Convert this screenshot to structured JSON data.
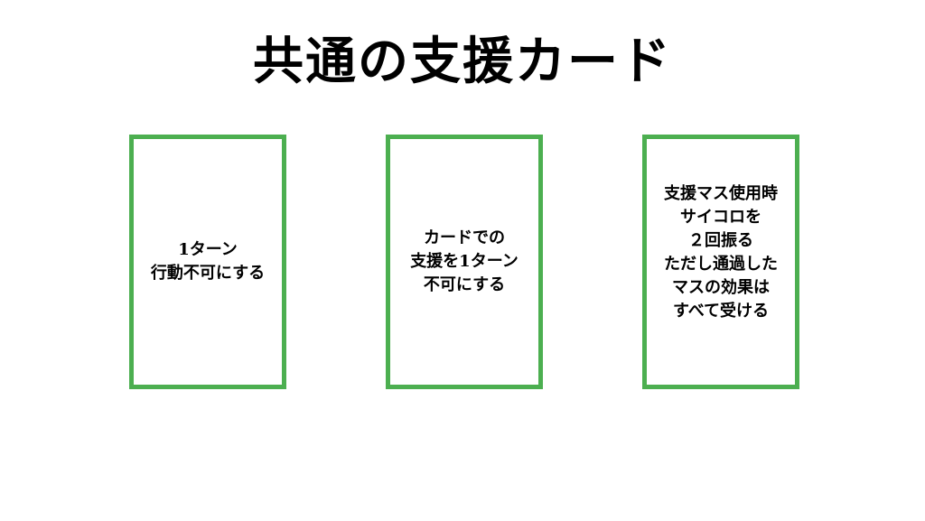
{
  "title": "共通の支援カード",
  "accent_color": "#4caf50",
  "cards": [
    {
      "text": "1ターン\n行動不可にする"
    },
    {
      "text": "カードでの\n支援を1ターン\n不可にする"
    },
    {
      "text": "支援マス使用時\nサイコロを\n２回振る\nただし通過した\nマスの効果は\nすべて受ける"
    }
  ]
}
